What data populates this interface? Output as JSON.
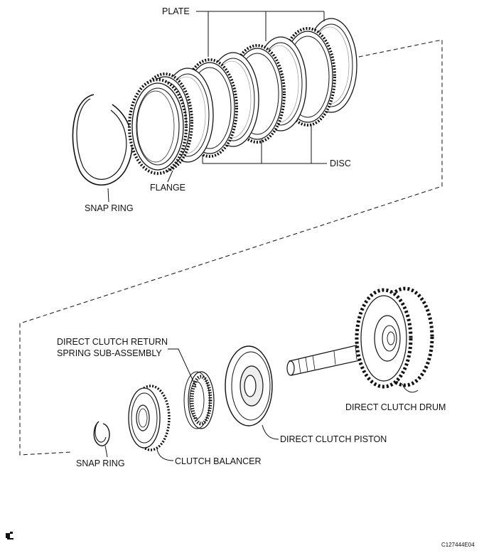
{
  "figure_code": "C127444E04",
  "labels": {
    "plate": "PLATE",
    "disc": "DISC",
    "flange": "FLANGE",
    "snap_ring_upper": "SNAP RING",
    "return_spring_line1": "DIRECT CLUTCH RETURN",
    "return_spring_line2": "SPRING SUB-ASSEMBLY",
    "clutch_drum": "DIRECT CLUTCH DRUM",
    "clutch_piston": "DIRECT CLUTCH PISTON",
    "snap_ring_lower": "SNAP RING",
    "clutch_balancer": "CLUTCH BALANCER"
  },
  "icons": {
    "corner_mark": "new-part-mark-icon"
  }
}
